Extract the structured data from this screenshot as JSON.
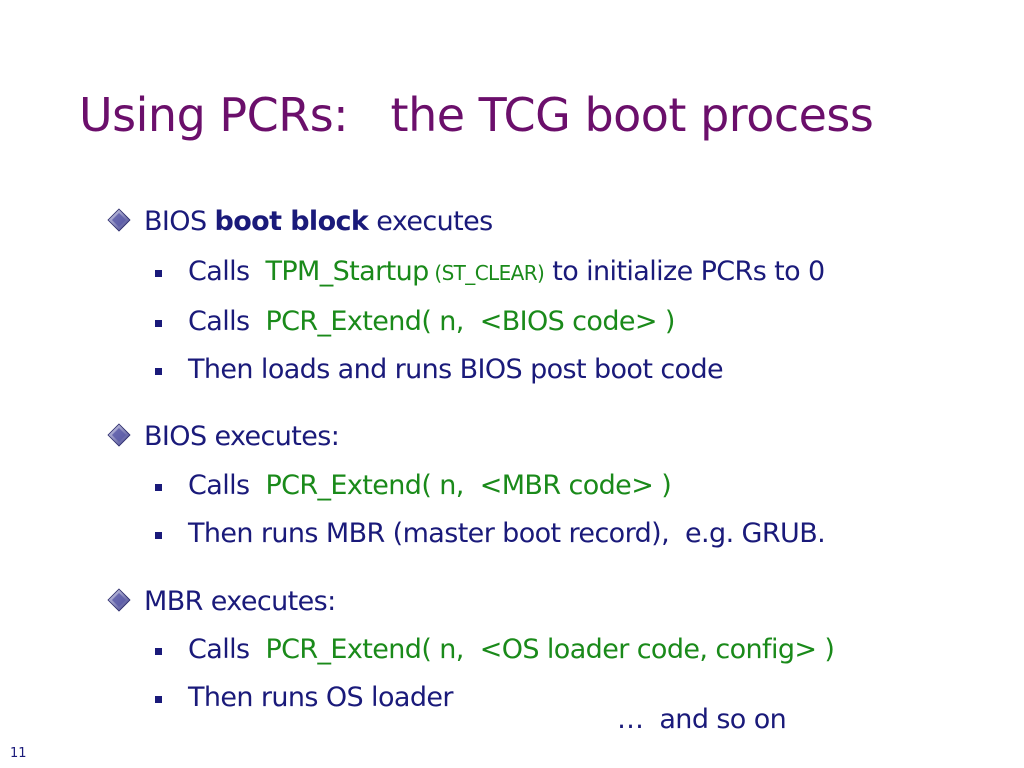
{
  "title": "Using PCRs:   the TCG boot process",
  "sections": [
    {
      "heading_pre": "BIOS ",
      "heading_bold": "boot block",
      "heading_post": " executes",
      "items": [
        {
          "pre": "Calls  ",
          "code": "TPM_Startup",
          "small": " (ST_CLEAR)",
          "post": " to initialize PCRs to 0"
        },
        {
          "pre": "Calls  ",
          "code": "PCR_Extend( n,  <BIOS code> )"
        },
        {
          "pre": "Then loads and runs BIOS post boot code"
        }
      ]
    },
    {
      "heading": "BIOS executes:",
      "items": [
        {
          "pre": "Calls  ",
          "code": "PCR_Extend( n,  <MBR code> )"
        },
        {
          "pre": "Then runs MBR (master boot record),  e.g. GRUB."
        }
      ]
    },
    {
      "heading": "MBR executes:",
      "items": [
        {
          "pre": "Calls  ",
          "code": "PCR_Extend( n,  <OS loader code, config> )"
        },
        {
          "pre": "Then runs OS loader"
        }
      ]
    }
  ],
  "note": "…  and so on",
  "slide_number": "11",
  "colors": {
    "title": "#6b0f6b",
    "text": "#1a1a7a",
    "code": "#1a8a1a"
  },
  "icons": {
    "level1_bullet": "diamond-bullet-icon",
    "level2_bullet": "square-bullet-icon"
  }
}
